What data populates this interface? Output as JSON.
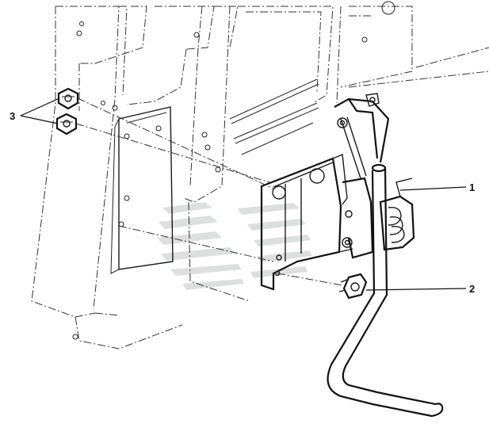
{
  "callouts": {
    "item1": "1",
    "item2": "2",
    "item3": "3"
  },
  "colors": {
    "line": "#111111",
    "watermark": "#cfd6d4",
    "background": "#ffffff"
  }
}
